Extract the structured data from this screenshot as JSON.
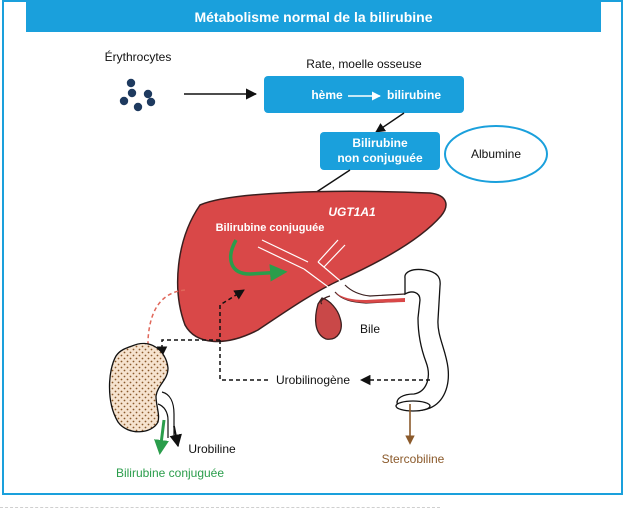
{
  "title": "Métabolisme normal de la bilirubine",
  "labels": {
    "erythrocytes": "Érythrocytes",
    "rate": "Rate, moelle osseuse",
    "heme": "hème",
    "bilirubine": "bilirubine",
    "bili_nc_line1": "Bilirubine",
    "bili_nc_line2": "non conjuguée",
    "albumine": "Albumine",
    "ugt1a1": "UGT1A1",
    "bili_conj_liver": "Bilirubine conjuguée",
    "bile": "Bile",
    "urobilinogene": "Urobilinogène",
    "urobiline": "Urobiline",
    "bili_conj_kidney": "Bilirubine conjuguée",
    "stercobiline": "Stercobiline"
  },
  "colors": {
    "accent": "#1aa0dc",
    "liver": "#d94848",
    "liver_stroke": "#3a1f1f",
    "green": "#2a9d4b",
    "brown": "#8b5a2b",
    "dots": "#1e3a5f"
  }
}
